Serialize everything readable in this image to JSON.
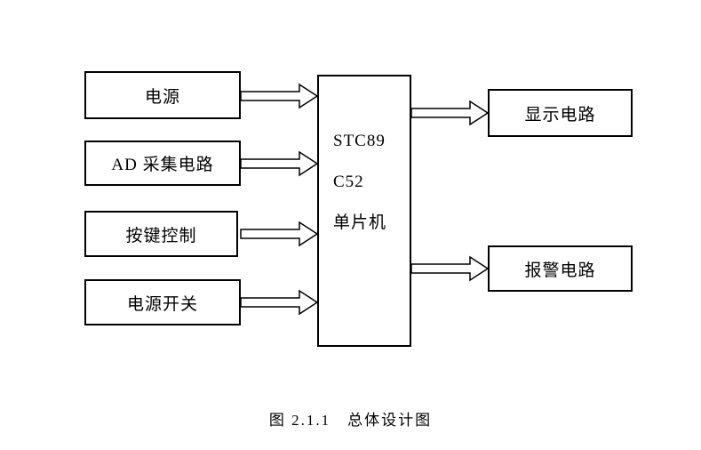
{
  "diagram": {
    "caption": "图 2.1.1　总体设计图",
    "inputs": [
      {
        "label": "电源"
      },
      {
        "label": "AD 采集电路"
      },
      {
        "label": "按键控制"
      },
      {
        "label": "电源开关"
      }
    ],
    "mcu": {
      "line1": "STC89",
      "line2": "C52",
      "line3": "单片机"
    },
    "outputs": [
      {
        "label": "显示电路"
      },
      {
        "label": "报警电路"
      }
    ]
  }
}
